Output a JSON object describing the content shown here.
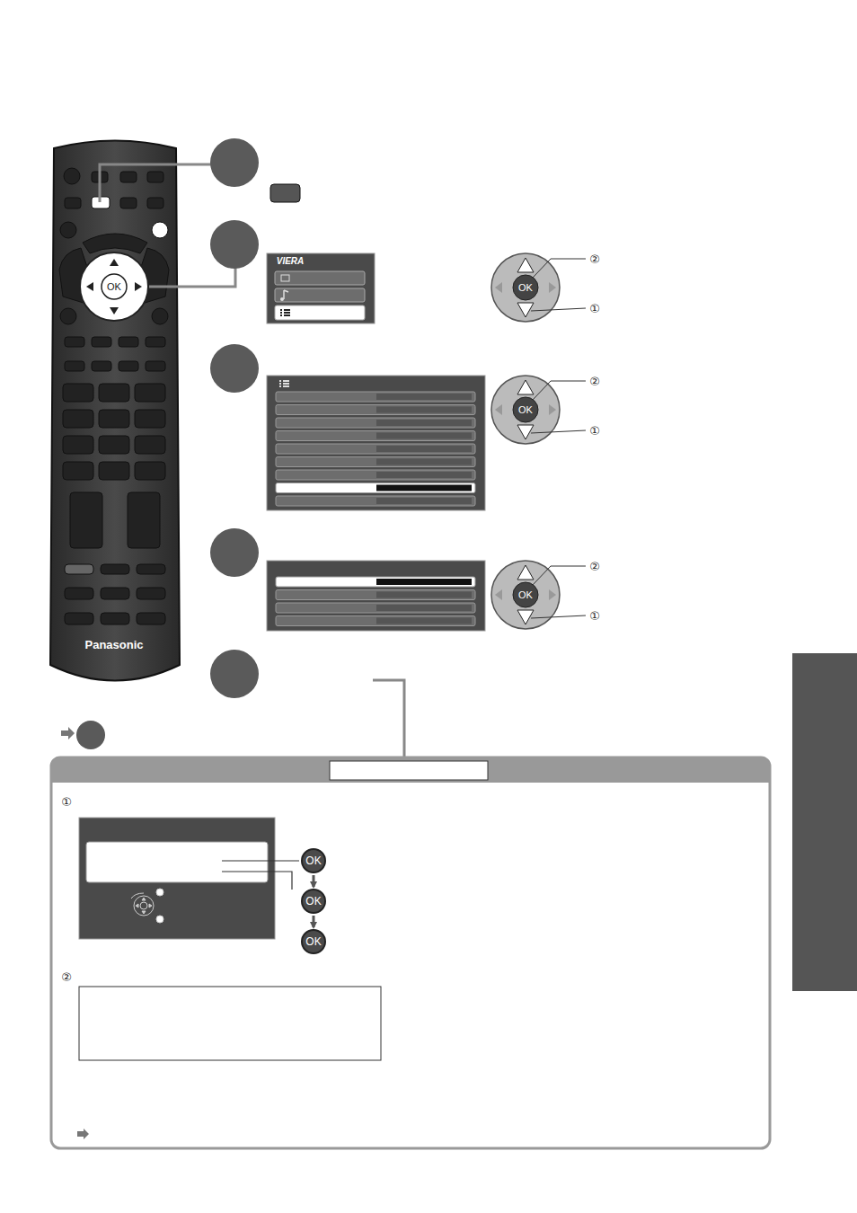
{
  "diagram": {
    "nodes": [
      {
        "text": [
          "OK"
        ]
      },
      {
        "text": [
          "OK"
        ]
      },
      {
        "text": [
          "OK"
        ]
      }
    ],
    "edges": [
      {
        "from": 0,
        "to": 1,
        "arrow": "to"
      },
      {
        "from": 1,
        "to": 2,
        "arrow": "to"
      }
    ],
    "labels": [
      "Panasonic",
      "OK",
      "VIERA",
      "②",
      "①",
      "OK",
      "②",
      "①",
      "OK",
      "②",
      "①",
      "OK",
      "①",
      "②"
    ]
  }
}
